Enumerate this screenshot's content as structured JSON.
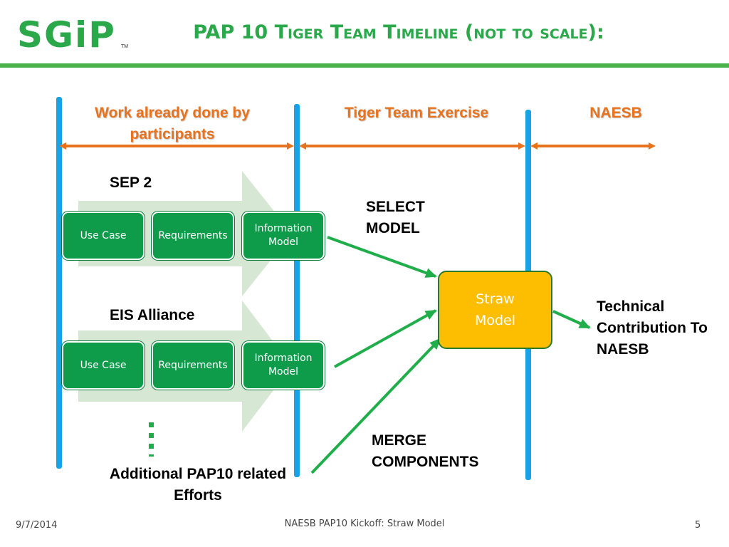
{
  "header": {
    "logo_text": "SGiP",
    "logo_tm": "TM",
    "title": "PAP 10 Tiger Team Timeline (not to scale):"
  },
  "phases": [
    {
      "label": "Work already done by participants"
    },
    {
      "label": "Tiger Team Exercise"
    },
    {
      "label": "NAESB"
    }
  ],
  "groups": [
    {
      "name": "SEP 2",
      "boxes": [
        "Use Case",
        "Requirements",
        "Information Model"
      ]
    },
    {
      "name": "EIS Alliance",
      "boxes": [
        "Use Case",
        "Requirements",
        "Information Model"
      ]
    }
  ],
  "additional_efforts": "Additional PAP10 related Efforts",
  "labels": {
    "select_model": "SELECT MODEL",
    "merge_components": "MERGE COMPONENTS",
    "output": "Technical Contribution To  NAESB"
  },
  "straw_model": "Straw Model",
  "footer": {
    "date": "9/7/2014",
    "center": "NAESB PAP10 Kickoff: Straw Model",
    "page": "5"
  },
  "colors": {
    "brand_green": "#2aa84a",
    "box_green": "#0e9b4a",
    "phase_orange": "#e8731e",
    "timeline_blue": "#19a3e6",
    "straw_yellow": "#fdbd00"
  }
}
